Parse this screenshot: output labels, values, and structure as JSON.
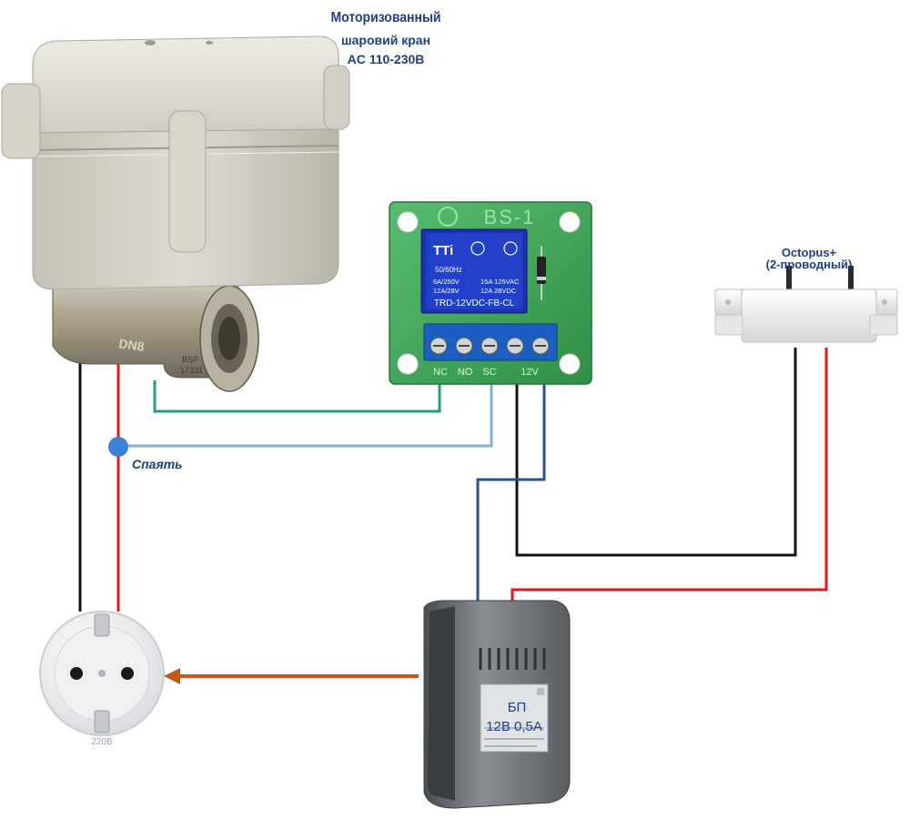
{
  "labels": {
    "valve_title_line1": "Моторизованный",
    "valve_title_line2": "шаровий кран",
    "valve_title_line3": "AC 110-230В",
    "sensor_line1": "Octopus+",
    "sensor_line2": "(2-проводный)",
    "solder_label": "Спаять",
    "socket_label": "220В"
  },
  "valve": {
    "body_text": "DN8",
    "bsp_text": "BSP",
    "code_text": "17331"
  },
  "relay_board": {
    "board_title": "BS-1",
    "relay_brand": "TTi",
    "freq_text": "50/60Hz",
    "rating_left_1": "6A/250V",
    "rating_left_2": "12A/28V",
    "rating_right_1": "15A 125VAC",
    "rating_right_2": "12A 28VDC",
    "relay_model": "TRD-12VDC-FB-CL",
    "terminals": [
      "NC",
      "NO",
      "SC",
      "12V"
    ]
  },
  "psu": {
    "line1": "БП",
    "line2": "12В 0,5А"
  },
  "colors": {
    "wire_black": "#111111",
    "wire_red": "#e01b1b",
    "wire_green": "#1fa36a",
    "wire_lightblue": "#7fb2dd",
    "wire_darkblue": "#2a4f96",
    "arrow_orange": "#c6581b",
    "label_blue": "#1f3f86",
    "pcb_green": "#3fa85a",
    "terminal_blue": "#1c5fc2"
  },
  "icons": {
    "solder_point": "blue-dot-icon",
    "socket_arrow": "arrow-left-icon"
  }
}
